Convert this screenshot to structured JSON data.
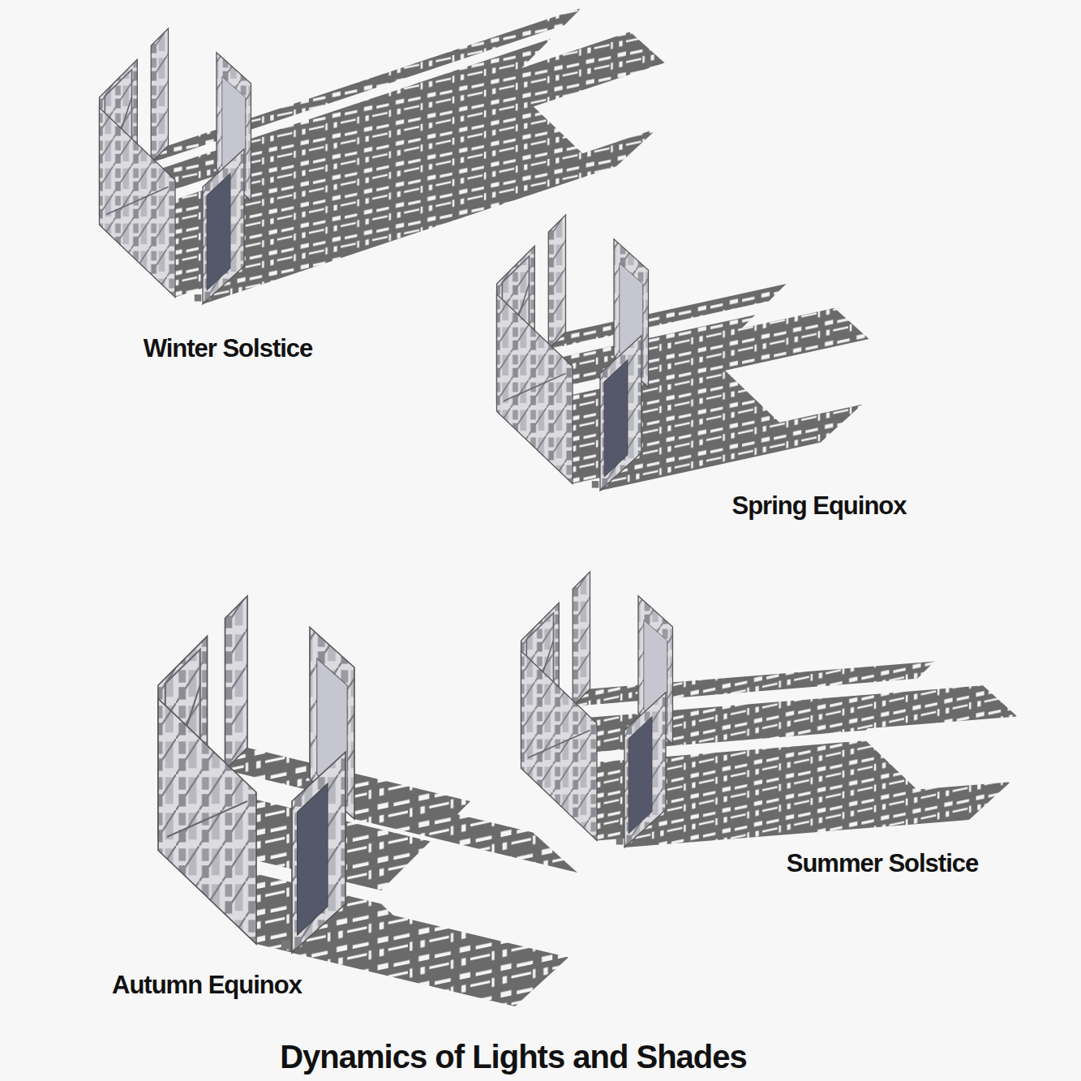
{
  "diagram": {
    "title": "Dynamics of Lights and Shades",
    "labels": [
      "Winter Solstice",
      "Spring Equinox",
      "Summer Solstice",
      "Autumn Equinox"
    ]
  }
}
